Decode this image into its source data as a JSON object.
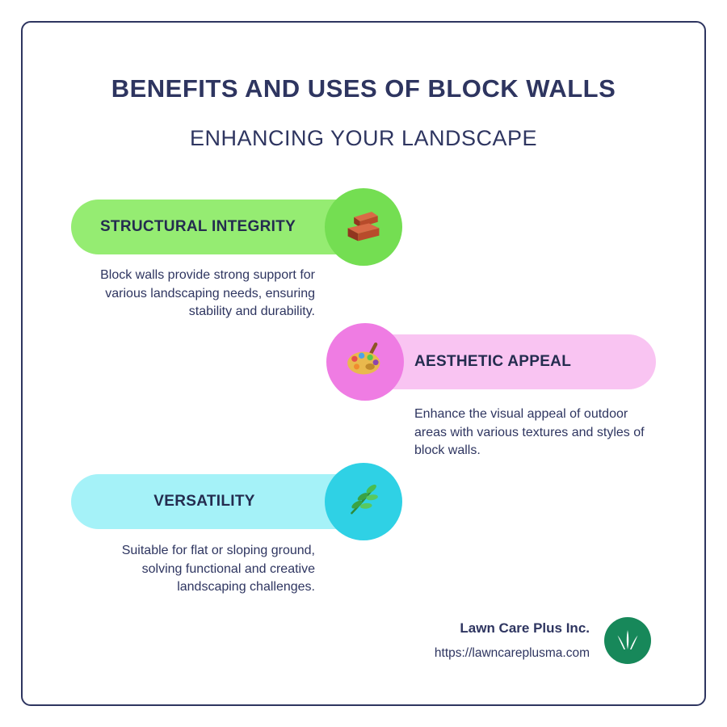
{
  "header": {
    "title": "BENEFITS AND USES OF BLOCK WALLS",
    "subtitle": "ENHANCING YOUR LANDSCAPE"
  },
  "sections": [
    {
      "title": "STRUCTURAL INTEGRITY",
      "description": "Block walls provide strong support for various landscaping needs, ensuring stability and durability.",
      "icon": "bricks-icon",
      "pill_color": "#95ec72",
      "circle_color": "#74de52",
      "side": "left"
    },
    {
      "title": "AESTHETIC APPEAL",
      "description": "Enhance the visual appeal of outdoor areas with various textures and styles of block walls.",
      "icon": "palette-icon",
      "pill_color": "#f9c4f2",
      "circle_color": "#ef7ce3",
      "side": "right"
    },
    {
      "title": "VERSATILITY",
      "description": "Suitable for flat or sloping ground, solving functional and creative landscaping challenges.",
      "icon": "herb-icon",
      "pill_color": "#a5f2f8",
      "circle_color": "#2fd1e5",
      "side": "left"
    }
  ],
  "footer": {
    "company": "Lawn Care Plus Inc.",
    "url": "https://lawncareplusma.com",
    "logo": "grass-icon",
    "logo_color": "#17885a"
  },
  "colors": {
    "text": "#2e3560",
    "border": "#2e3560",
    "background": "#ffffff"
  }
}
